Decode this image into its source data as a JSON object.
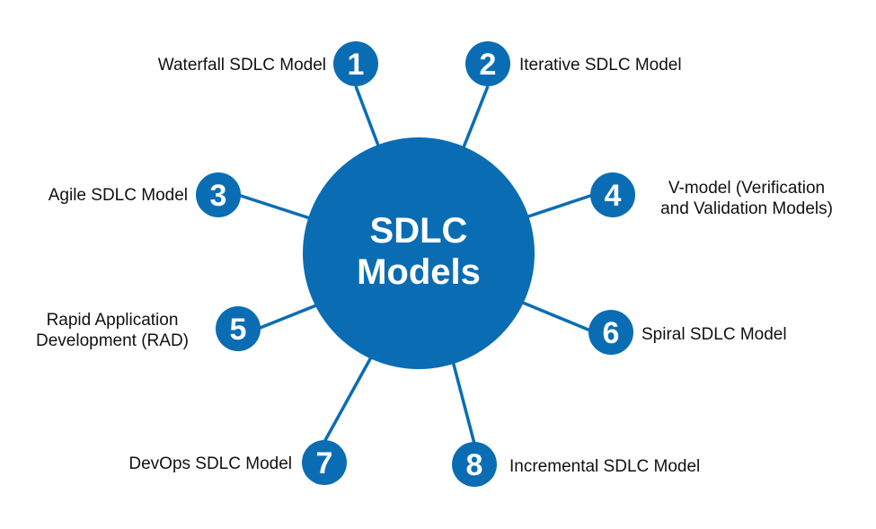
{
  "colors": {
    "primary": "#0a6db3",
    "text": "#111111"
  },
  "center": {
    "line1": "SDLC",
    "line2": "Models"
  },
  "models": [
    {
      "number": "1",
      "label": "Waterfall SDLC Model"
    },
    {
      "number": "2",
      "label": "Iterative SDLC Model"
    },
    {
      "number": "3",
      "label": "Agile SDLC Model"
    },
    {
      "number": "4",
      "label_line1": "V-model (Verification",
      "label_line2": "and Validation Models)"
    },
    {
      "number": "5",
      "label_line1": "Rapid Application",
      "label_line2": "Development (RAD)"
    },
    {
      "number": "6",
      "label": "Spiral SDLC Model"
    },
    {
      "number": "7",
      "label": "DevOps SDLC Model"
    },
    {
      "number": "8",
      "label": "Incremental SDLC Model"
    }
  ]
}
